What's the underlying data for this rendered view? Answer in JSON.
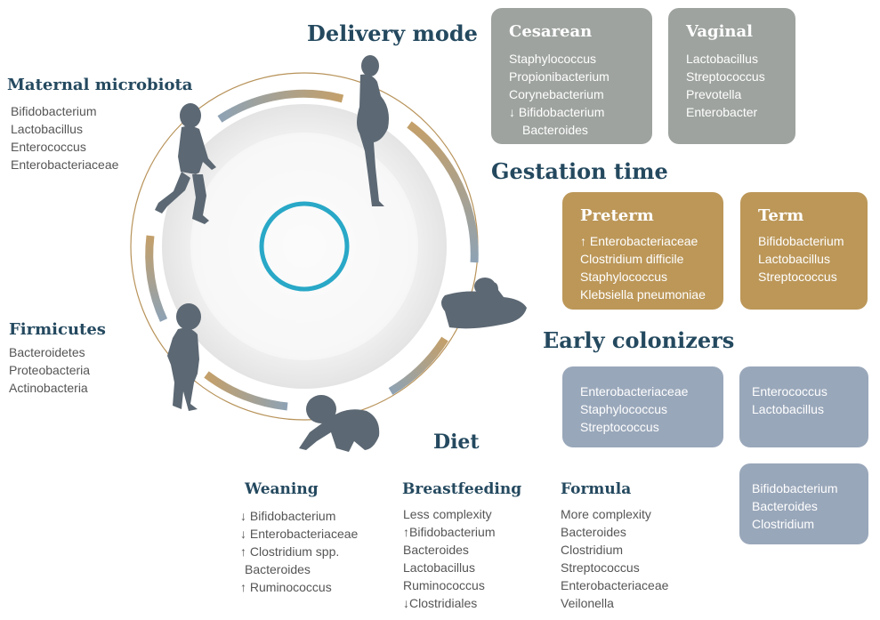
{
  "colors": {
    "heading": "#24495f",
    "gray_card": "#9ea39f",
    "gold_card": "#bc9758",
    "blue_card": "#99a7ba",
    "ring": "#29a8c7",
    "silhouette": "#5c6873"
  },
  "icons": [
    "toddler-walking-icon",
    "pregnant-woman-icon",
    "baby-lying-icon",
    "baby-crawling-icon",
    "toddler-standing-icon"
  ],
  "delivery": {
    "title": "Delivery mode",
    "cesarean": {
      "title": "Cesarean",
      "items": [
        "Staphylococcus",
        "Propionibacterium",
        "Corynebacterium",
        "↓ Bifidobacterium",
        "Bacteroides"
      ]
    },
    "vaginal": {
      "title": "Vaginal",
      "items": [
        "Lactobacillus",
        "Streptococcus",
        "Prevotella",
        "Enterobacter"
      ]
    }
  },
  "gestation": {
    "title": "Gestation time",
    "preterm": {
      "title": "Preterm",
      "items": [
        "↑ Enterobacteriaceae",
        "Clostridium difficile",
        "Staphylococcus",
        "Klebsiella pneumoniae"
      ]
    },
    "term": {
      "title": "Term",
      "items": [
        "Bifidobacterium",
        "Lactobacillus",
        "Streptococcus"
      ]
    }
  },
  "early": {
    "title": "Early colonizers",
    "box1": [
      "Enterobacteriaceae",
      "Staphylococcus",
      "Streptococcus"
    ],
    "box2": [
      "Enterococcus",
      "Lactobacillus"
    ],
    "box3": [
      "Bifidobacterium",
      "Bacteroides",
      "Clostridium"
    ]
  },
  "maternal": {
    "title": "Maternal microbiota",
    "items": [
      "Bifidobacterium",
      "Lactobacillus",
      "Enterococcus",
      "Enterobacteriaceae"
    ]
  },
  "firmicutes": {
    "title": "Firmicutes",
    "items": [
      "Bacteroidetes",
      "Proteobacteria",
      "Actinobacteria"
    ]
  },
  "diet": {
    "title": "Diet",
    "weaning": {
      "title": "Weaning",
      "items": [
        "↓ Bifidobacterium",
        "↓ Enterobacteriaceae",
        "↑ Clostridium spp.",
        "Bacteroides",
        "↑ Ruminococcus"
      ]
    },
    "breastfeeding": {
      "title": "Breastfeeding",
      "items": [
        "Less complexity",
        "↑Bifidobacterium",
        "Bacteroides",
        "Lactobacillus",
        "Ruminococcus",
        "↓Clostridiales"
      ]
    },
    "formula": {
      "title": "Formula",
      "items": [
        "More complexity",
        "Bacteroides",
        "Clostridium",
        "Streptococcus",
        "Enterobacteriaceae",
        "Veilonella"
      ]
    }
  }
}
